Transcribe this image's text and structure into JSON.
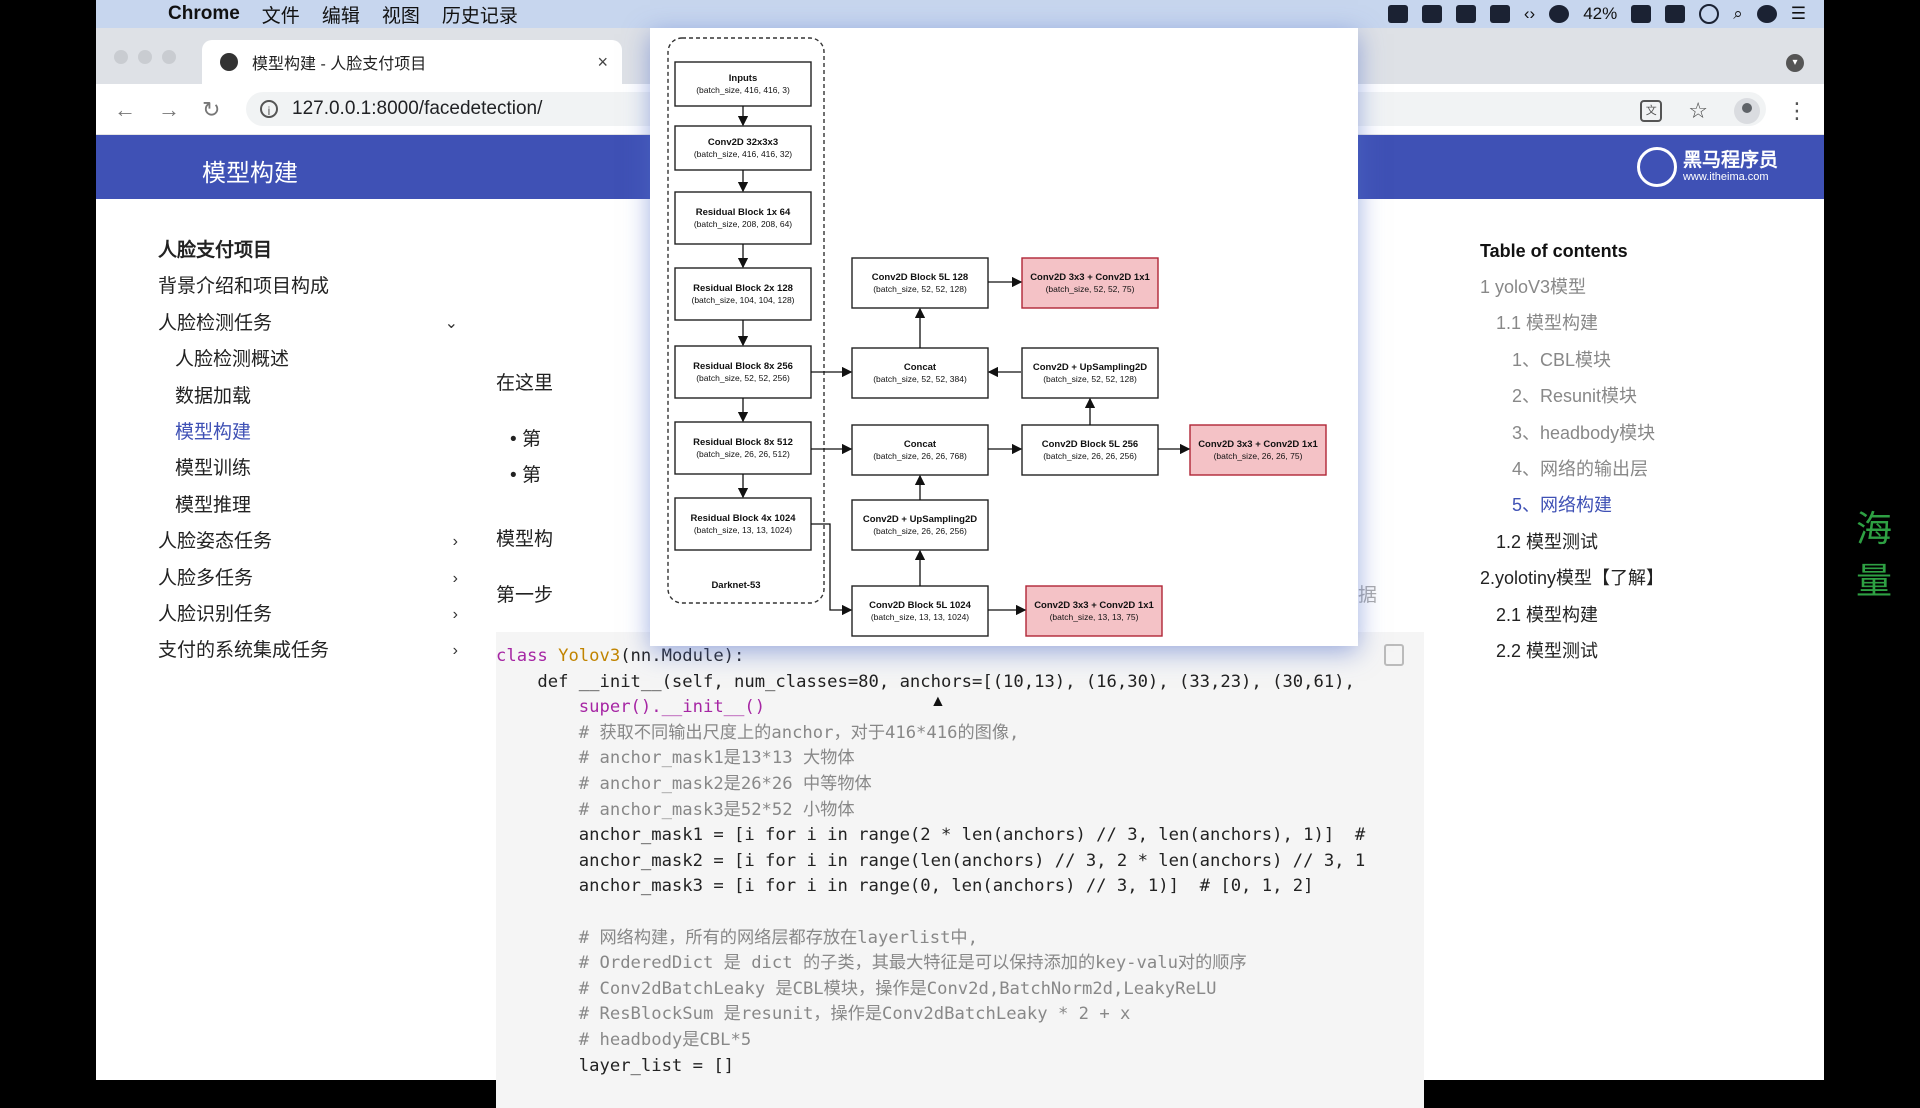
{
  "menubar": {
    "app": "Chrome",
    "items": [
      "文件",
      "编辑",
      "视图",
      "历史记录"
    ],
    "battery": "42%"
  },
  "browser": {
    "tab_title": "模型构建 - 人脸支付项目",
    "tab_close": "×",
    "url": "127.0.0.1:8000/facedetection/"
  },
  "appbar": {
    "title": "模型构建",
    "brand_name": "黑马程序员",
    "brand_url": "www.itheima.com"
  },
  "sidebar": {
    "items": [
      {
        "label": "人脸支付项目"
      },
      {
        "label": "背景介绍和项目构成"
      },
      {
        "label": "人脸检测任务",
        "chevron": "⌄"
      },
      {
        "label": "人脸检测概述"
      },
      {
        "label": "数据加载"
      },
      {
        "label": "模型构建"
      },
      {
        "label": "模型训练"
      },
      {
        "label": "模型推理"
      },
      {
        "label": "人脸姿态任务",
        "chevron": "›"
      },
      {
        "label": "人脸多任务",
        "chevron": "›"
      },
      {
        "label": "人脸识别任务",
        "chevron": "›"
      },
      {
        "label": "支付的系统集成任务",
        "chevron": "›"
      }
    ]
  },
  "toc": {
    "heading": "Table of contents",
    "items": [
      {
        "label": "1 yoloV3模型"
      },
      {
        "label": "1.1 模型构建"
      },
      {
        "label": "1、CBL模块"
      },
      {
        "label": "2、Resunit模块"
      },
      {
        "label": "3、headbody模块"
      },
      {
        "label": "4、网络的输出层"
      },
      {
        "label": "5、网络构建"
      },
      {
        "label": "1.2 模型测试"
      },
      {
        "label": "2.yolotiny模型【了解】"
      },
      {
        "label": "2.1 模型构建"
      },
      {
        "label": "2.2 模型测试"
      }
    ]
  },
  "content": {
    "p1": "在这里",
    "bullet": "第",
    "p2": "模型构",
    "p3": "第一步",
    "p3_tail": "据"
  },
  "edge_text": "海量",
  "diagram": {
    "backbone_label": "Darknet-53",
    "backbone": [
      {
        "title": "Inputs",
        "shape": "(batch_size, 416, 416, 3)"
      },
      {
        "title": "Conv2D 32x3x3",
        "shape": "(batch_size, 416, 416, 32)"
      },
      {
        "title": "Residual Block 1x  64",
        "shape": "(batch_size, 208, 208, 64)"
      },
      {
        "title": "Residual Block 2x  128",
        "shape": "(batch_size, 104, 104, 128)"
      },
      {
        "title": "Residual Block 8x  256",
        "shape": "(batch_size, 52, 52, 256)"
      },
      {
        "title": "Residual Block 8x  512",
        "shape": "(batch_size, 26, 26, 512)"
      },
      {
        "title": "Residual Block 4x  1024",
        "shape": "(batch_size, 13, 13, 1024)"
      }
    ],
    "mid": [
      {
        "title": "Conv2D Block 5L  128",
        "shape": "(batch_size, 52, 52, 128)"
      },
      {
        "title": "Concat",
        "shape": "(batch_size, 52, 52, 384)"
      },
      {
        "title": "Concat",
        "shape": "(batch_size, 26, 26, 768)"
      },
      {
        "title": "Conv2D + UpSampling2D",
        "shape": "(batch_size, 26, 26, 256)"
      },
      {
        "title": "Conv2D Block 5L  1024",
        "shape": "(batch_size, 13, 13, 1024)"
      }
    ],
    "right": [
      {
        "title": "Conv2D + UpSampling2D",
        "shape": "(batch_size, 52, 52, 128)"
      },
      {
        "title": "Conv2D Block 5L  256",
        "shape": "(batch_size, 26, 26, 256)"
      }
    ],
    "outputs": [
      {
        "title": "Conv2D 3x3 + Conv2D 1x1",
        "shape": "(batch_size, 52, 52, 75)"
      },
      {
        "title": "Conv2D 3x3 + Conv2D 1x1",
        "shape": "(batch_size, 26, 26, 75)"
      },
      {
        "title": "Conv2D 3x3 + Conv2D 1x1",
        "shape": "(batch_size, 13, 13, 75)"
      }
    ]
  },
  "code": {
    "line1_kw": "class",
    "line1_name": "Yolov3",
    "line1_rest": "(nn.Module):",
    "line2": "def __init__(self, num_classes=80, anchors=[(10,13), (16,30), (33,23), (30,61),",
    "line3": "super().__init__()",
    "comments1": [
      "# 获取不同输出尺度上的anchor，对于416*416的图像,",
      "# anchor_mask1是13*13 大物体",
      "# anchor_mask2是26*26 中等物体",
      "# anchor_mask3是52*52 小物体"
    ],
    "mask1": "anchor_mask1 = [i for i in range(2 * len(anchors) // 3, len(anchors), 1)]  #",
    "mask2": "anchor_mask2 = [i for i in range(len(anchors) // 3, 2 * len(anchors) // 3, 1",
    "mask3": "anchor_mask3 = [i for i in range(0, len(anchors) // 3, 1)]  # [0, 1, 2]",
    "comments2": [
      "# 网络构建，所有的网络层都存放在layerlist中,",
      "# OrderedDict 是 dict 的子类，其最大特征是可以保持添加的key-valu对的顺序",
      "# Conv2dBatchLeaky 是CBL模块，操作是Conv2d,BatchNorm2d,LeakyReLU",
      "# ResBlockSum 是resunit，操作是Conv2dBatchLeaky * 2 + x",
      "# headbody是CBL*5"
    ],
    "last": "layer_list = []"
  }
}
